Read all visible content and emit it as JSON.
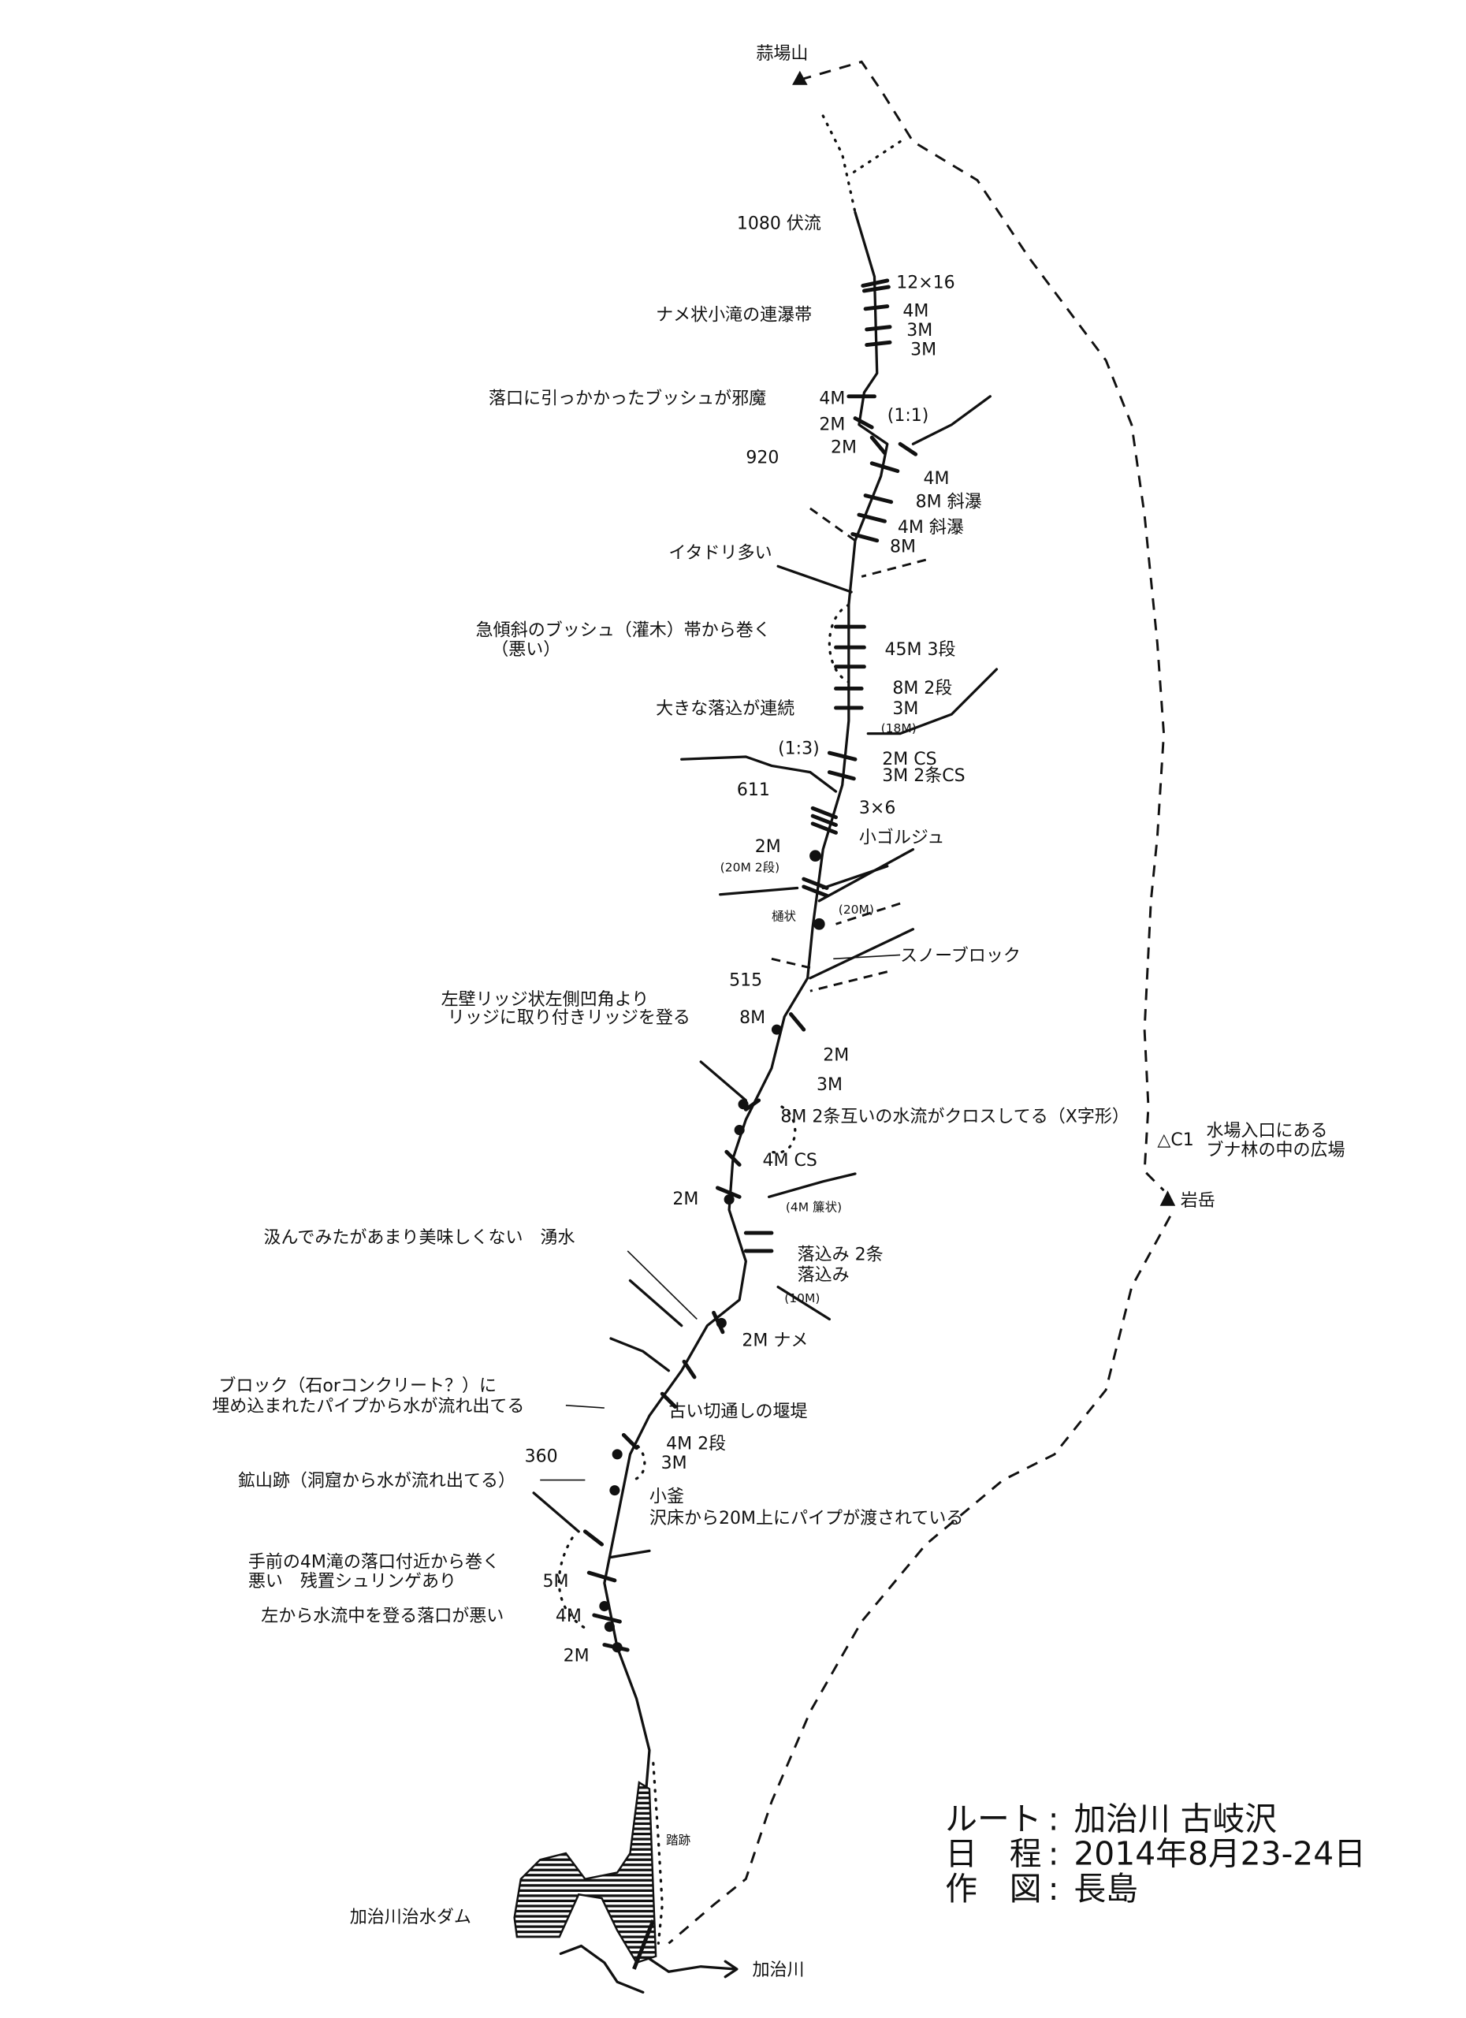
{
  "peaks": {
    "summit": "蒜場山",
    "iwadake": "岩岳"
  },
  "camp": {
    "label": "△C1",
    "note_1": "水場入口にある",
    "note_2": "ブナ林の中の広場"
  },
  "places": {
    "dam": "加治川治水ダム",
    "river": "加治川",
    "trail": "踏跡"
  },
  "title_block": {
    "route_label": "ルート",
    "route_value": "加治川 古岐沢",
    "date_label": "日　程",
    "date_value": "2014年8月23-24日",
    "author_label": "作　図",
    "author_value": "長島"
  },
  "labels": [
    "1080 伏流",
    "12×16",
    "ナメ状小滝の連瀑帯",
    "4M",
    "3M",
    "3M",
    "落口に引っかかったブッシュが邪魔",
    "4M",
    "(1:1)",
    "2M",
    "2M",
    "920",
    "4M",
    "8M 斜瀑",
    "4M 斜瀑",
    "8M",
    "イタドリ多い",
    "急傾斜のブッシュ（灌木）帯から巻く",
    "（悪い）",
    "45M 3段",
    "8M 2段",
    "3M",
    "(18M)",
    "大きな落込が連続",
    "(1:3)",
    "2M CS",
    "3M 2条CS",
    "611",
    "3×6",
    "小ゴルジュ",
    "2M",
    "(20M 2段)",
    "樋状",
    "(20M)",
    "スノーブロック",
    "515",
    "左壁リッジ状左側凹角より",
    "リッジに取り付きリッジを登る",
    "8M",
    "2M",
    "3M",
    "8M 2条互いの水流がクロスしてる（X字形）",
    "4M CS",
    "2M",
    "(4M 簾状)",
    "汲んでみたがあまり美味しくない　湧水",
    "落込み 2条",
    "落込み",
    "(10M)",
    "2M ナメ",
    "ブロック（石orコンクリート？）に",
    "埋め込まれたパイプから水が流れ出てる",
    "古い切通しの堰堤",
    "4M 2段",
    "3M",
    "360",
    "鉱山跡（洞窟から水が流れ出てる）",
    "小釜",
    "沢床から20M上にパイプが渡されている",
    "手前の4M滝の落口付近から巻く",
    "悪い　残置シュリンゲあり",
    "5M",
    "左から水流中を登る落口が悪い",
    "4M",
    "2M"
  ]
}
